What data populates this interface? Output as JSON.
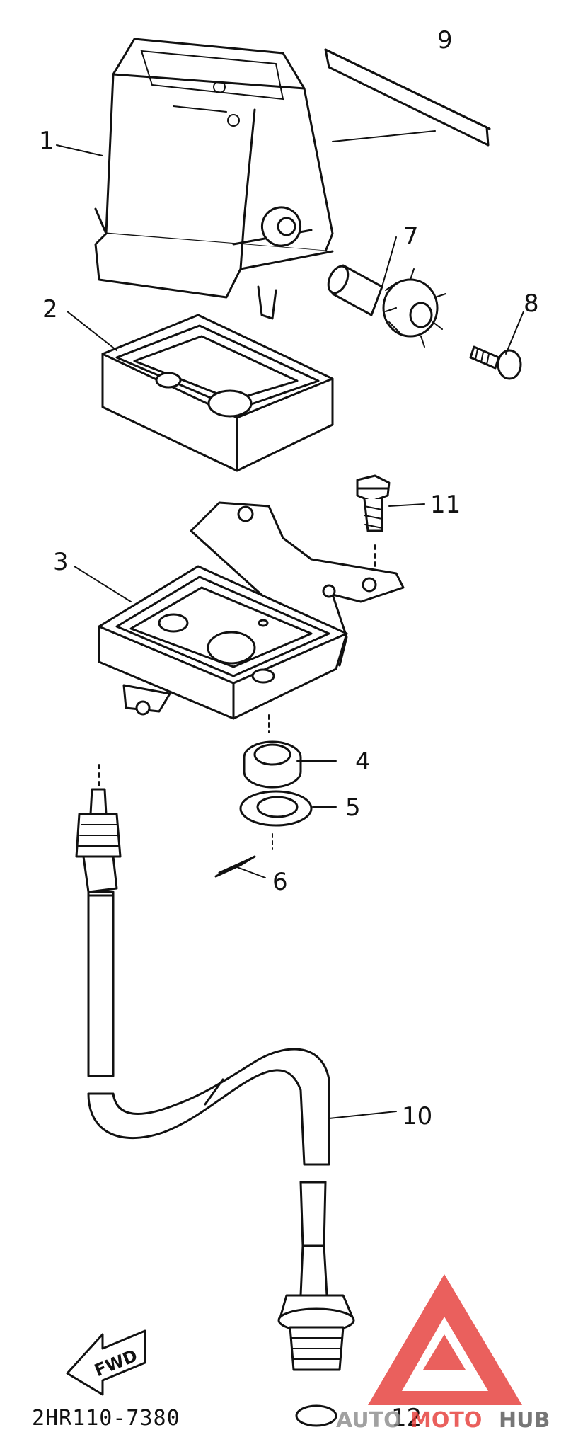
{
  "diagram": {
    "callouts": {
      "c1": "1",
      "c2": "2",
      "c3": "3",
      "c4": "4",
      "c5": "5",
      "c6": "6",
      "c7": "7",
      "c8": "8",
      "c9": "9",
      "c10": "10",
      "c11": "11",
      "c12": "12"
    },
    "direction_label": "FWD",
    "part_code": "2HR110-7380"
  },
  "watermark": {
    "auto": "AUTO",
    "moto": "MOTO",
    "hub": "HUB",
    "accent_color": "#e53935",
    "gray_color": "#8a8a8a"
  }
}
